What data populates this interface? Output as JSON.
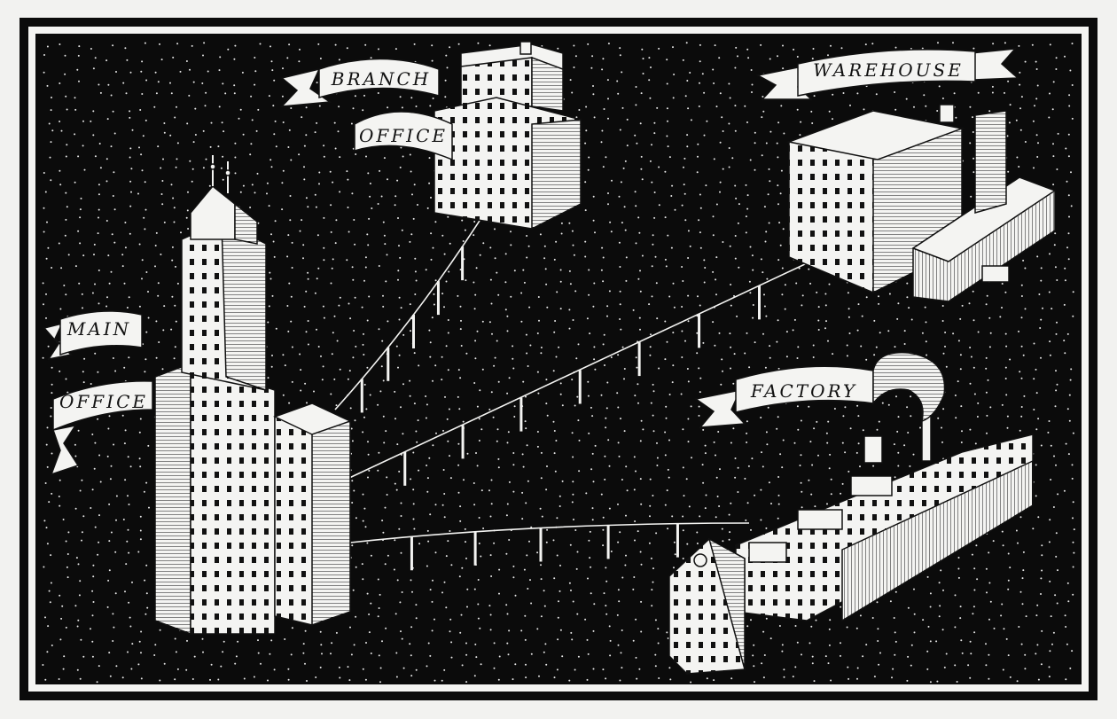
{
  "colors": {
    "ink": "#0b0b0b",
    "paper": "#f4f4f2",
    "dot": "#e8e8e8"
  },
  "labels": {
    "branch_1": "BRANCH",
    "branch_2": "OFFICE",
    "warehouse": "WAREHOUSE",
    "main_1": "MAIN",
    "main_2": "OFFICE",
    "factory": "FACTORY"
  }
}
